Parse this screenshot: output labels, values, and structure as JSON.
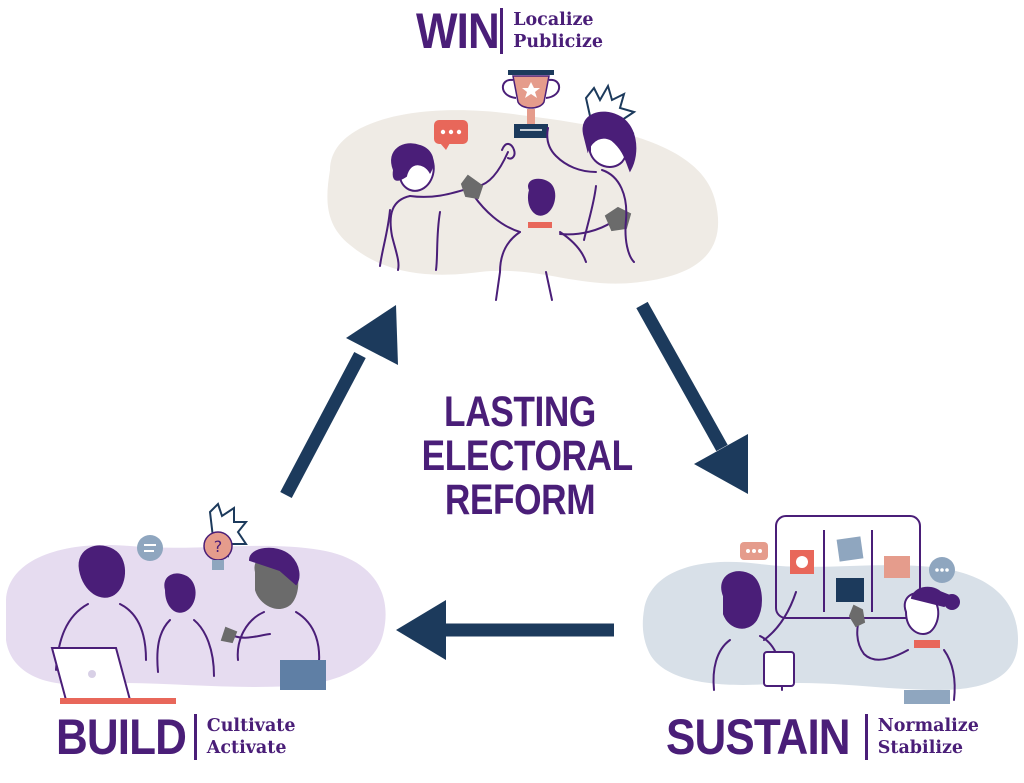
{
  "center": {
    "line1": "LASTING",
    "line2": "ELECTORAL",
    "line3": "REFORM"
  },
  "stages": {
    "win": {
      "name": "WIN",
      "word1": "Localize",
      "word2": "Publicize"
    },
    "sustain": {
      "name": "SUSTAIN",
      "word1": "Normalize",
      "word2": "Stabilize"
    },
    "build": {
      "name": "BUILD",
      "word1": "Cultivate",
      "word2": "Activate"
    }
  },
  "colors": {
    "title_purple": "#4a1e78",
    "arrow_navy": "#1c3a5c",
    "win_blob": "#efebe5",
    "build_blob": "#e6dcf0",
    "sustain_blob": "#d8e0e8",
    "accent_coral": "#e8675a"
  },
  "arrows": [
    {
      "from": "build",
      "to": "win"
    },
    {
      "from": "win",
      "to": "sustain"
    },
    {
      "from": "sustain",
      "to": "build"
    }
  ]
}
